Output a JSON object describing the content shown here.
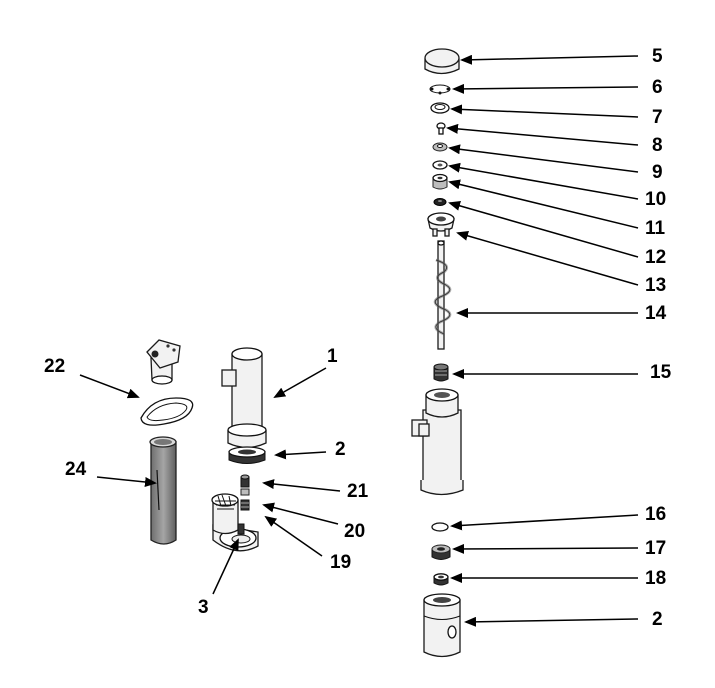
{
  "diagram": {
    "callouts": [
      {
        "id": "c5",
        "label": "5"
      },
      {
        "id": "c6",
        "label": "6"
      },
      {
        "id": "c7",
        "label": "7"
      },
      {
        "id": "c8",
        "label": "8"
      },
      {
        "id": "c9",
        "label": "9"
      },
      {
        "id": "c10",
        "label": "10"
      },
      {
        "id": "c11",
        "label": "11"
      },
      {
        "id": "c12",
        "label": "12"
      },
      {
        "id": "c13",
        "label": "13"
      },
      {
        "id": "c14",
        "label": "14"
      },
      {
        "id": "c15",
        "label": "15"
      },
      {
        "id": "c16",
        "label": "16"
      },
      {
        "id": "c17",
        "label": "17"
      },
      {
        "id": "c18",
        "label": "18"
      },
      {
        "id": "c2b",
        "label": "2"
      },
      {
        "id": "c22",
        "label": "22"
      },
      {
        "id": "c1",
        "label": "1"
      },
      {
        "id": "c2a",
        "label": "2"
      },
      {
        "id": "c24",
        "label": "24"
      },
      {
        "id": "c21",
        "label": "21"
      },
      {
        "id": "c20",
        "label": "20"
      },
      {
        "id": "c19",
        "label": "19"
      },
      {
        "id": "c3",
        "label": "3"
      }
    ]
  }
}
